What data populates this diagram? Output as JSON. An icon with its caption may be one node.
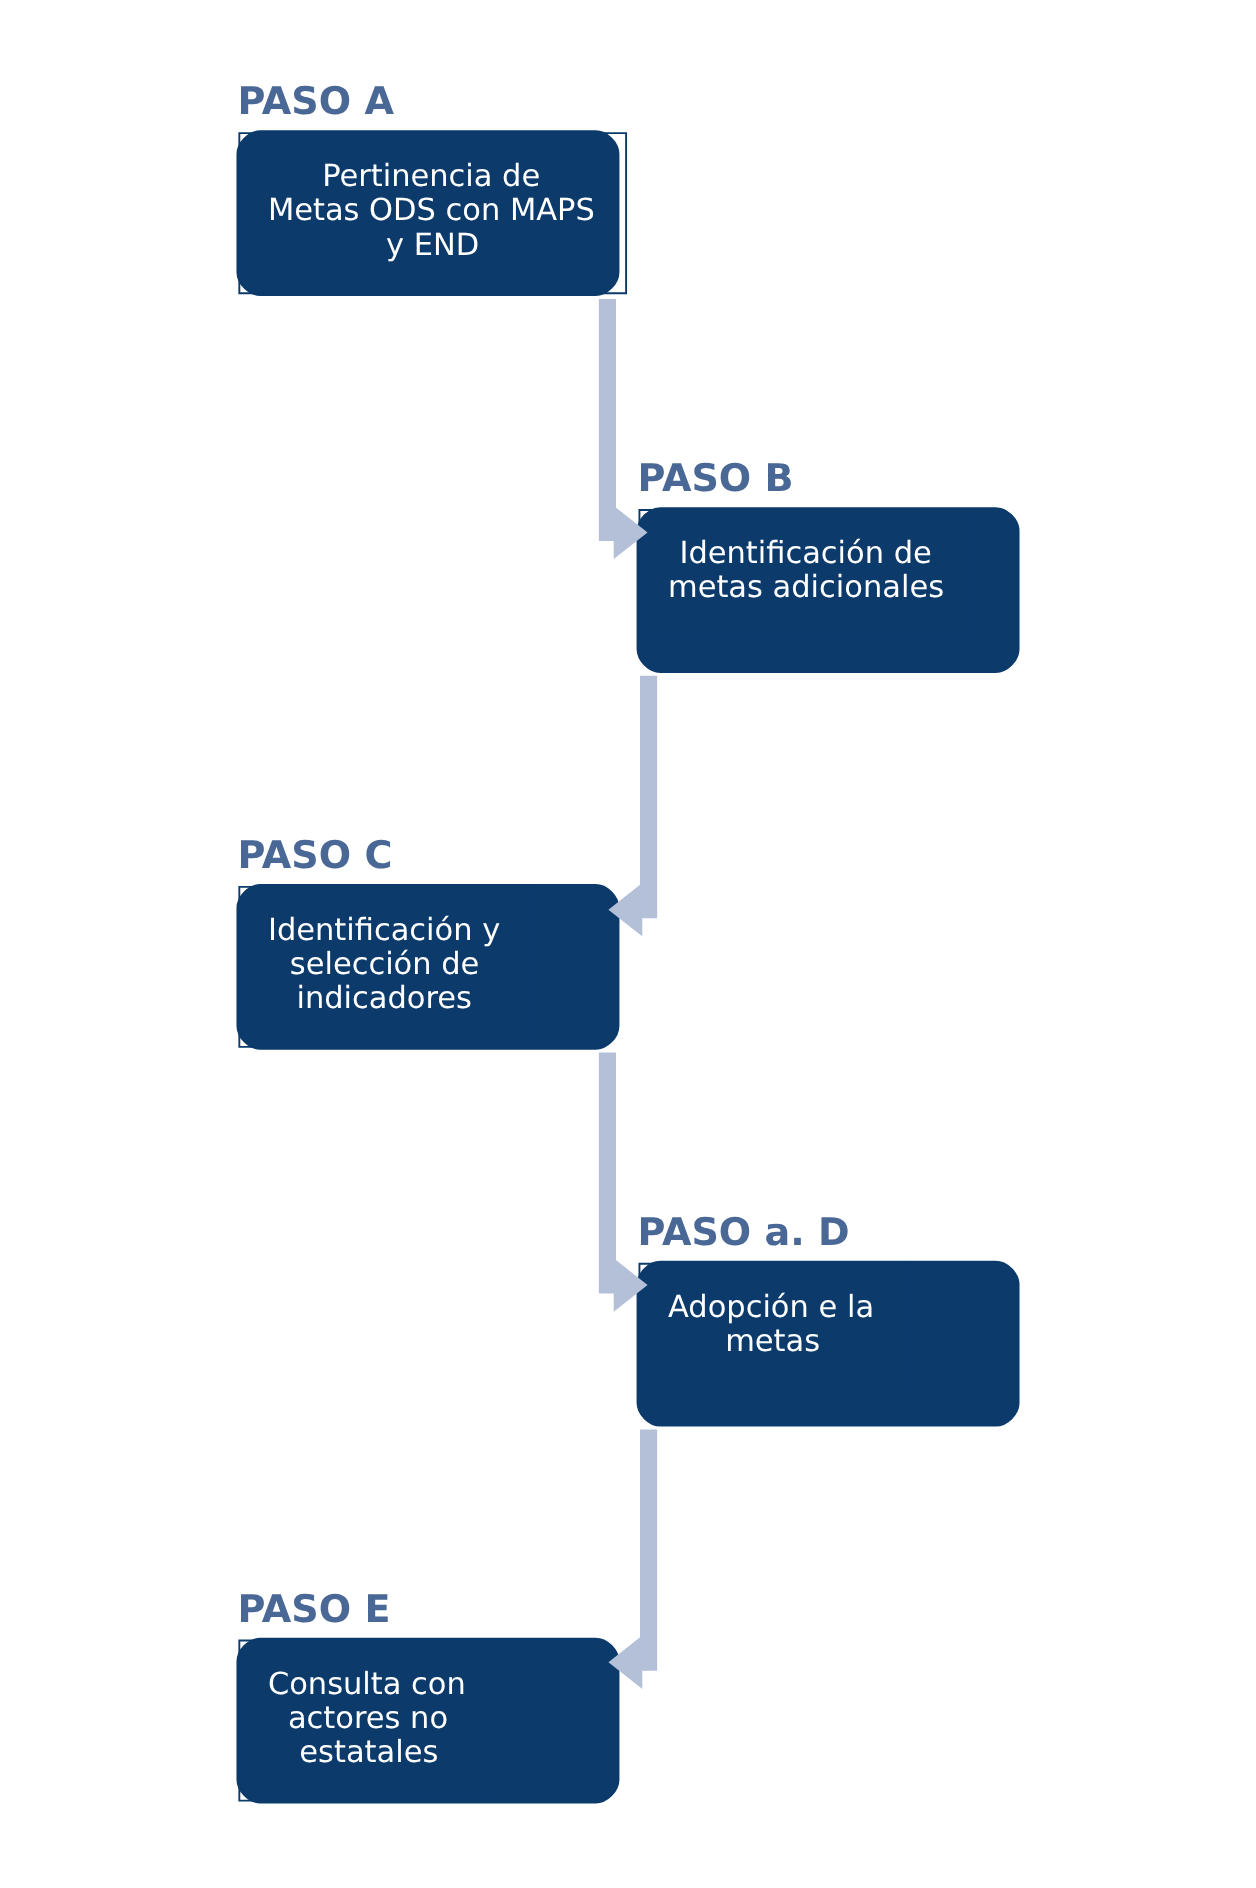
{
  "diagram": {
    "nodes": [
      {
        "text": [
          "PASO A",
          "Pertinencia de Metas ODS con MAPS y END"
        ]
      },
      {
        "text": [
          "PASO B",
          "Identificación de metas adicionales"
        ]
      },
      {
        "text": [
          "PASO C",
          "Identificación y selección de indicadores"
        ]
      },
      {
        "text": [
          "PASO a. D",
          "Adopción e la metas"
        ]
      },
      {
        "text": [
          "PASO E",
          "Consulta con actores no estatales"
        ]
      }
    ],
    "edges": [
      {
        "from": 0,
        "to": 1,
        "arrow": "to"
      },
      {
        "from": 1,
        "to": 2,
        "arrow": "to"
      },
      {
        "from": 2,
        "to": 3,
        "arrow": "to"
      },
      {
        "from": 3,
        "to": 4,
        "arrow": "to"
      }
    ]
  }
}
